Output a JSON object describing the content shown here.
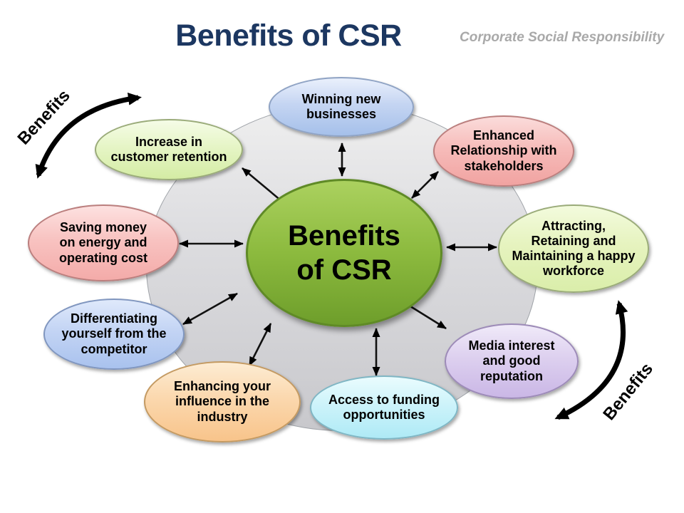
{
  "header": {
    "title": "Benefits of CSR",
    "subtitle": "Corporate Social Responsibility",
    "title_color": "#1c3761",
    "subtitle_color": "#a9a9a9"
  },
  "center_node": {
    "label": "Benefits\nof CSR",
    "color": "#8cba3e"
  },
  "curved_labels": {
    "left": "Benefits",
    "right": "Benefits"
  },
  "nodes": [
    {
      "id": "winning-new-businesses",
      "label": "Winning new\nbusinesses",
      "color": "#a5c0ea"
    },
    {
      "id": "increase-customer-retention",
      "label": "Increase in\ncustomer retention",
      "color": "#d4eca4"
    },
    {
      "id": "enhanced-relationship-stakeholders",
      "label": "Enhanced\nRelationship with\nstakeholders",
      "color": "#f1a3a1"
    },
    {
      "id": "saving-money-energy-cost",
      "label": "Saving money\non energy and\noperating cost",
      "color": "#f4aba9"
    },
    {
      "id": "attracting-retaining-workforce",
      "label": "Attracting,\nRetaining and\nMaintaining a happy\nworkforce",
      "color": "#daeeaa"
    },
    {
      "id": "differentiating-from-competitor",
      "label": "Differentiating\nyourself from the\ncompetitor",
      "color": "#a9c2ee"
    },
    {
      "id": "enhancing-industry-influence",
      "label": "Enhancing your\ninfluence in the\nindustry",
      "color": "#f8c48b"
    },
    {
      "id": "access-to-funding",
      "label": "Access to funding\nopportunities",
      "color": "#aeeaf6"
    },
    {
      "id": "media-interest-reputation",
      "label": "Media interest\nand good\nreputation",
      "color": "#cab7e6"
    }
  ]
}
